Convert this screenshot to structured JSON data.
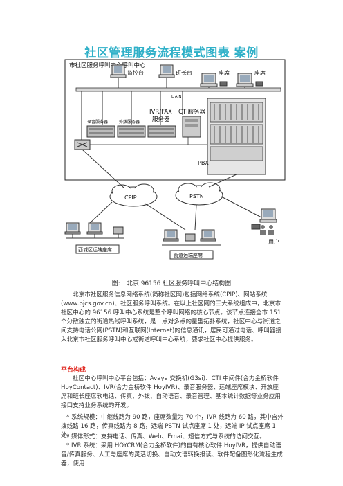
{
  "title": "社区管理服务流程模式图表 案例",
  "diagram": {
    "center_label": "市社区服务呼叫中心呼叫中心",
    "monitor_label": "监控台",
    "shift_label": "班长台",
    "agent_label_1": "座席",
    "agent_label_2": "座席",
    "lan_label": "L A N",
    "record_server": "录音服务器",
    "outbound_server": "外拨服务器",
    "ivr_fax": "IVR/FAX",
    "ivr_fax_server": "服务器",
    "cti_server": "CTI服务器",
    "pbx_label": "PBX",
    "cpip_label": "CPIP",
    "pstn_label": "PSTN",
    "west_district": "西城区远端座席",
    "street_seat": "街道远端座席",
    "user_label": "用户"
  },
  "caption": "图:　北京 96156 社区服务呼叫中心结构图",
  "paragraph1": "北京市社区服务信息网络系统(简称社区网)包括网络系统(CPIP)、网站系统(www.bjcs.gov.cn)、社区服务呼叫系统。在以上社区网的三大系统组成中，北京市社区中心的 96156 呼叫中心系统是整个呼叫网络的核心节点。该节点连接全市 151 个分散独立的街道热线呼叫系统，是一点对多点的星型拓扑系统，社区中心与街道之间支持电话公网(PSTN)和互联网(Internet)的信息通讯，居民可通过电话、呼叫器接入北京市社区服务呼叫中心或街道呼叫中心系统，要求社区中心提供服务。",
  "section_heading": "平台构成",
  "paragraph2": "社区中心呼叫中心平台包括：Avaya 交换机(G3si)、CTI 中间件(合力金桥软件 HoyContact)、IVR(合力金桥软件 HoyIVR)、录音服务器、远端座席模块、开放座席和班长座席软电话、传真、外拨、自动语音、录音管理、基本统计数据等业务应用接口支持业务系统的开发。",
  "paragraph3": "* 系统规模：中继线路为 90 路，座席数量为 70 个，IVR 线路为 60 路，其中含外拨线路 16 路，传真线路为 8 路，远端 PSTN 试点座席 1 处，远端 IP 试点座席 1 处。",
  "paragraph4": "* 媒体形式：支持电话、传真、Web、Emai、短信方式与系统的访问交互。",
  "paragraph5": "* IVR 系统：采用 HOYCRM(合力金桥软件)的自有核心软件 HoyIVR，提供自动语音/传真服务、人工与座席的灵活切换、自动文语转换报读、软件配备图形化流程生成器，使用"
}
